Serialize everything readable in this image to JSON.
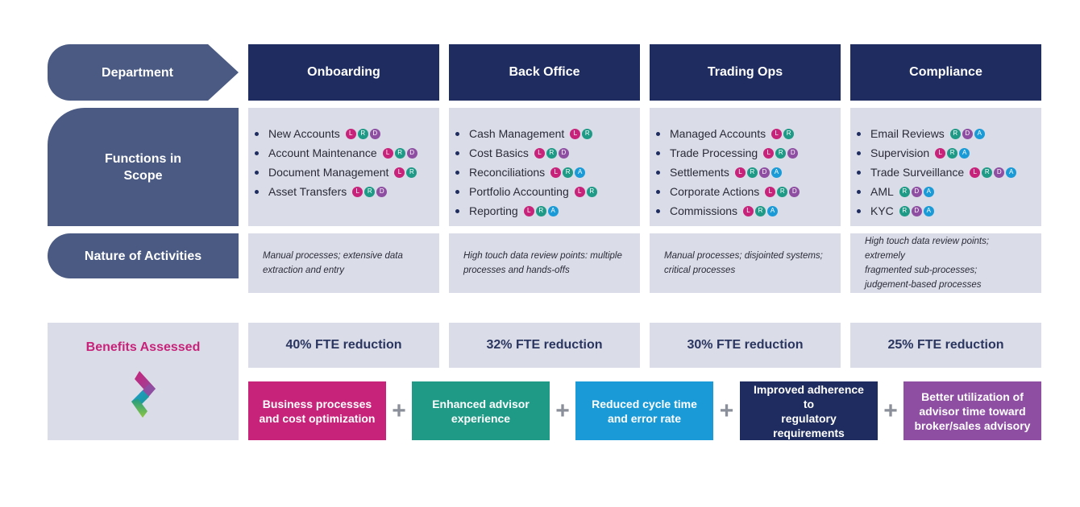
{
  "row_labels": {
    "department": "Department",
    "functions_line1": "Functions in",
    "functions_line2": "Scope",
    "nature": "Nature of Activities",
    "benefits": "Benefits Assessed"
  },
  "colors": {
    "L": "#c7237a",
    "R": "#1e9a86",
    "D": "#8e4ea2",
    "A": "#1a9bd8"
  },
  "departments": [
    {
      "name": "Onboarding",
      "functions": [
        {
          "label": "New Accounts",
          "tags": [
            "L",
            "R",
            "D"
          ]
        },
        {
          "label": "Account Maintenance",
          "tags": [
            "L",
            "R",
            "D"
          ]
        },
        {
          "label": "Document Management",
          "tags": [
            "L",
            "R"
          ]
        },
        {
          "label": "Asset Transfers",
          "tags": [
            "L",
            "R",
            "D"
          ]
        }
      ],
      "nature_lines": [
        "Manual processes; extensive data",
        "extraction and entry"
      ],
      "fte": "40% FTE reduction"
    },
    {
      "name": "Back Office",
      "functions": [
        {
          "label": "Cash Management",
          "tags": [
            "L",
            "R"
          ]
        },
        {
          "label": "Cost Basics",
          "tags": [
            "L",
            "R",
            "D"
          ]
        },
        {
          "label": "Reconciliations",
          "tags": [
            "L",
            "R",
            "A"
          ]
        },
        {
          "label": "Portfolio Accounting",
          "tags": [
            "L",
            "R"
          ]
        },
        {
          "label": "Reporting",
          "tags": [
            "L",
            "R",
            "A"
          ]
        }
      ],
      "nature_lines": [
        "High touch data review points: multiple",
        "processes and hands-offs"
      ],
      "fte": "32% FTE reduction"
    },
    {
      "name": "Trading Ops",
      "functions": [
        {
          "label": "Managed Accounts",
          "tags": [
            "L",
            "R"
          ]
        },
        {
          "label": "Trade Processing",
          "tags": [
            "L",
            "R",
            "D"
          ]
        },
        {
          "label": "Settlements",
          "tags": [
            "L",
            "R",
            "D",
            "A"
          ]
        },
        {
          "label": "Corporate Actions",
          "tags": [
            "L",
            "R",
            "D"
          ]
        },
        {
          "label": "Commissions",
          "tags": [
            "L",
            "R",
            "A"
          ]
        }
      ],
      "nature_lines": [
        "Manual processes; disjointed systems;",
        "critical processes"
      ],
      "fte": "30% FTE reduction"
    },
    {
      "name": "Compliance",
      "functions": [
        {
          "label": "Email Reviews",
          "tags": [
            "R",
            "D",
            "A"
          ]
        },
        {
          "label": "Supervision",
          "tags": [
            "L",
            "R",
            "A"
          ]
        },
        {
          "label": "Trade Surveillance",
          "tags": [
            "L",
            "R",
            "D",
            "A"
          ]
        },
        {
          "label": "AML",
          "tags": [
            "R",
            "D",
            "A"
          ]
        },
        {
          "label": "KYC",
          "tags": [
            "R",
            "D",
            "A"
          ]
        }
      ],
      "nature_lines": [
        "High touch data review points; extremely",
        "fragmented sub-processes;",
        "judgement-based processes"
      ],
      "fte": "25% FTE reduction"
    }
  ],
  "benefits": [
    {
      "line1": "Business processes",
      "line2": "and cost optimization",
      "color": "#c7237a"
    },
    {
      "line1": "Enhanced advisor",
      "line2": "experience",
      "color": "#1e9a86"
    },
    {
      "line1": "Reduced cycle time",
      "line2": "and error rate",
      "color": "#1a9bd8"
    },
    {
      "line1": "Improved adherence to",
      "line2": "regulatory requirements",
      "color": "#1e2c5f"
    },
    {
      "line1": "Better utilization of",
      "line2": "advisor time toward",
      "line3": "broker/sales advisory",
      "color": "#8e4ea2"
    }
  ],
  "plus_symbol": "+"
}
